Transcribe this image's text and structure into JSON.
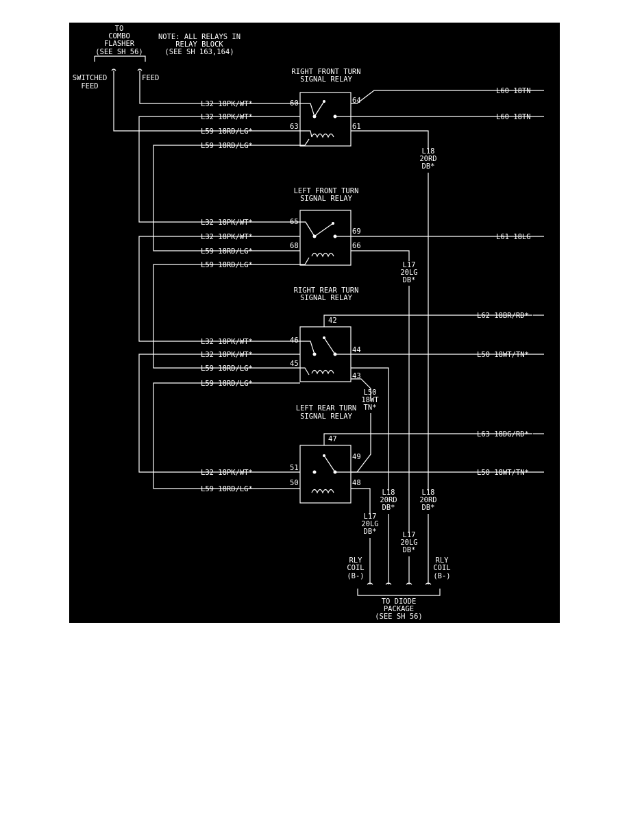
{
  "notes": {
    "to_flasher": [
      "TO",
      "COMBO",
      "FLASHER",
      "(SEE SH 56)"
    ],
    "all_relays": [
      "NOTE: ALL RELAYS IN",
      "RELAY BLOCK",
      "(SEE SH 163,164)"
    ],
    "switched_feed": [
      "SWITCHED",
      "FEED"
    ],
    "feed": "FEED",
    "to_diode": [
      "TO DIODE",
      "PACKAGE",
      "(SEE SH 56)"
    ],
    "rly_coil_left": [
      "RLY",
      "COIL",
      "(B-)"
    ],
    "rly_coil_right": [
      "RLY",
      "COIL",
      "(B-)"
    ]
  },
  "relays": [
    {
      "title": [
        "RIGHT FRONT TURN",
        "SIGNAL RELAY"
      ],
      "pins": [
        "60",
        "64",
        "63",
        "61"
      ]
    },
    {
      "title": [
        "LEFT FRONT TURN",
        "SIGNAL RELAY"
      ],
      "pins": [
        "65",
        "69",
        "68",
        "66"
      ]
    },
    {
      "title": [
        "RIGHT REAR TURN",
        "SIGNAL RELAY"
      ],
      "pins": [
        "42",
        "46",
        "44",
        "45",
        "43"
      ]
    },
    {
      "title": [
        "LEFT REAR TURN",
        "SIGNAL RELAY"
      ],
      "pins": [
        "47",
        "49",
        "51",
        "50",
        "48"
      ]
    }
  ],
  "left_wires": [
    "L32 18PK/WT*",
    "L32 18PK/WT*",
    "L59 18RD/LG*",
    "L59 18RD/LG*",
    "L32 18PK/WT*",
    "L32 18PK/WT*",
    "L59 18RD/LG*",
    "L59 18RD/LG*",
    "L32 18PK/WT*",
    "L32 18PK/WT*",
    "L59 18RD/LG*",
    "L59 18RD/LG*",
    "L32 18PK/WT*",
    "L59 18RD/LG*"
  ],
  "right_wires": [
    "L60 18TN",
    "L60 18TN",
    "L61 18LG",
    "L62 18BR/RD*",
    "L50 18WT/TN*",
    "L63 18DG/RD*",
    "L50 18WT/TN*"
  ],
  "vertical_labels": {
    "l18_top": [
      "L18",
      "20RD",
      "DB*"
    ],
    "l17_top": [
      "L17",
      "20LG",
      "DB*"
    ],
    "l50_mid": [
      "L50",
      "18WT",
      "TN*"
    ],
    "l18_bot_a": [
      "L18",
      "20RD",
      "DB*"
    ],
    "l18_bot_b": [
      "L18",
      "20RD",
      "DB*"
    ],
    "l17_bot_a": [
      "L17",
      "20LG",
      "DB*"
    ],
    "l17_bot_b": [
      "L17",
      "20LG",
      "DB*"
    ]
  }
}
